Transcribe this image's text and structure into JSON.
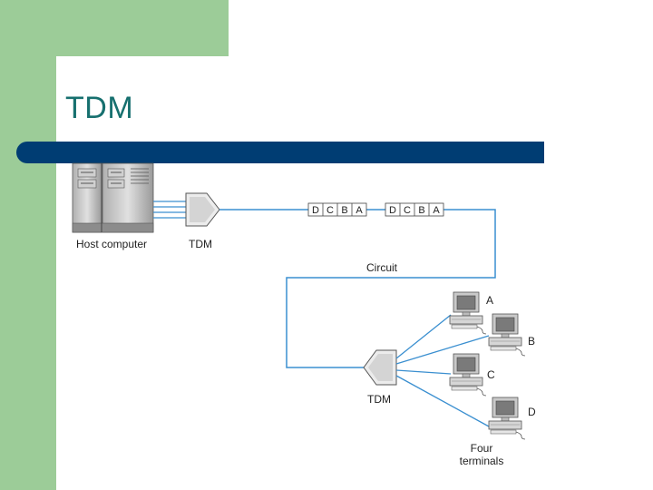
{
  "slide": {
    "title": "TDM"
  },
  "diagram": {
    "host_label": "Host computer",
    "tdm_left_label": "TDM",
    "tdm_right_label": "TDM",
    "circuit_label": "Circuit",
    "frames": [
      [
        "D",
        "C",
        "B",
        "A"
      ],
      [
        "D",
        "C",
        "B",
        "A"
      ]
    ],
    "terminal_labels": [
      "A",
      "B",
      "C",
      "D"
    ],
    "terminals_label_line1": "Four",
    "terminals_label_line2": "terminals"
  }
}
